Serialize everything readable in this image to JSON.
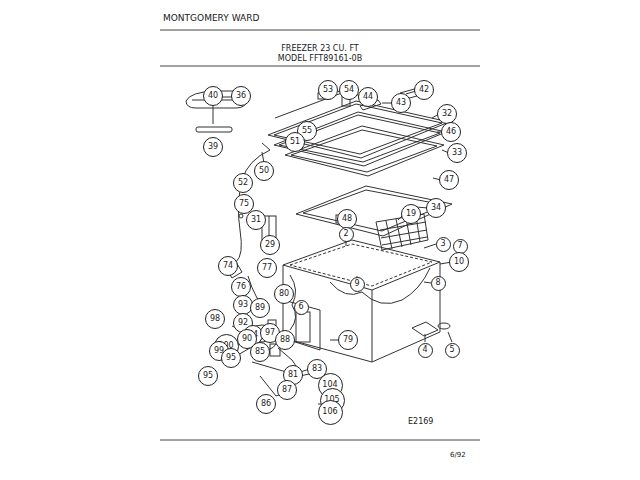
{
  "diagram": {
    "title": "FREEZER 23 CU. FT",
    "labels": [
      "MONTGOMERY WARD",
      "MODEL FFT89161-0B",
      "40",
      "36",
      "39",
      "53",
      "54",
      "44",
      "43",
      "42",
      "32",
      "55",
      "46",
      "51",
      "33",
      "50",
      "52",
      "47",
      "34",
      "75",
      "31",
      "48",
      "19",
      "29",
      "2",
      "3",
      "7",
      "10",
      "74",
      "77",
      "9",
      "8",
      "76",
      "80",
      "93",
      "89",
      "6",
      "98",
      "92",
      "84",
      "97",
      "90",
      "100",
      "99",
      "95",
      "85",
      "88",
      "79",
      "4",
      "5",
      "95",
      "81",
      "83",
      "104",
      "87",
      "105",
      "86",
      "106",
      "E2169",
      "6/92"
    ]
  }
}
